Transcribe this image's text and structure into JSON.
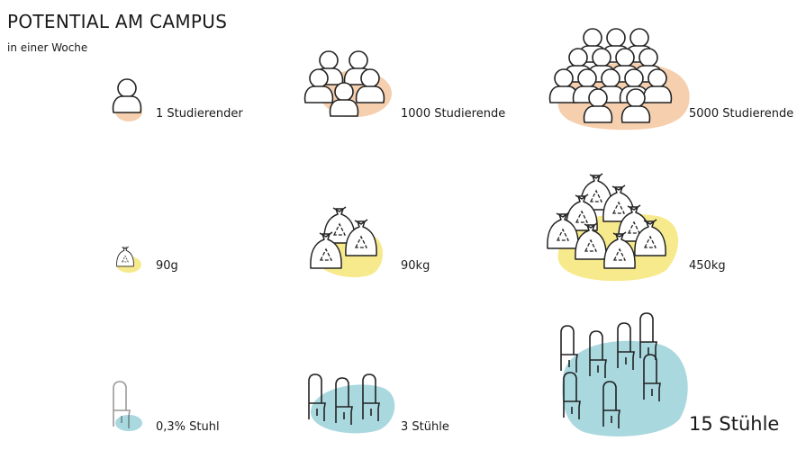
{
  "header": {
    "title": "POTENTIAL AM CAMPUS",
    "subtitle": "in einer Woche"
  },
  "rows": [
    {
      "id": "students",
      "icon": "person-icon",
      "color": "#f5cfae",
      "items": [
        {
          "label": "1 Studierender"
        },
        {
          "label": "1000 Studierende"
        },
        {
          "label": "5000 Studierende"
        }
      ]
    },
    {
      "id": "waste",
      "icon": "recycling-bag-icon",
      "color": "#f7ea8c",
      "items": [
        {
          "label": "90g"
        },
        {
          "label": "90kg"
        },
        {
          "label": "450kg"
        }
      ]
    },
    {
      "id": "chairs",
      "icon": "chair-icon",
      "color": "#a9d8df",
      "items": [
        {
          "label": "0,3% Stuhl"
        },
        {
          "label": "3 Stühle"
        },
        {
          "label": "15 Stühle"
        }
      ]
    }
  ]
}
